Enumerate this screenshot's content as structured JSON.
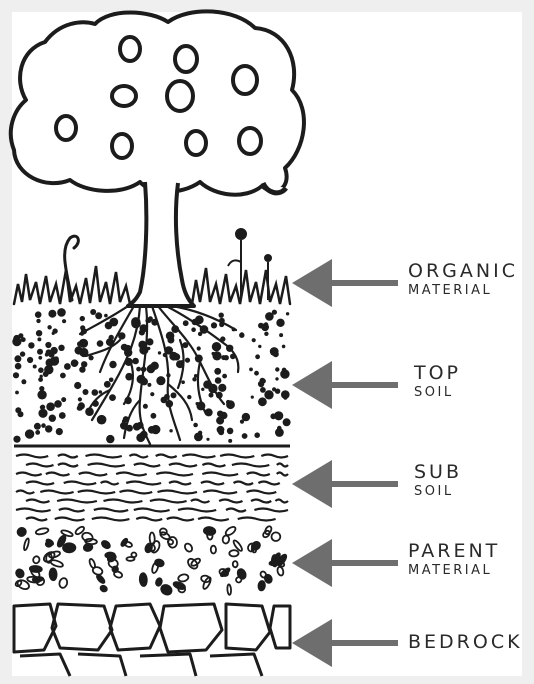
{
  "diagram": {
    "layers": [
      {
        "key": "organic",
        "line1": "ORGANIC",
        "line2": "MATERIAL"
      },
      {
        "key": "topsoil",
        "line1": "TOP",
        "line2": "SOIL"
      },
      {
        "key": "subsoil",
        "line1": "SUB",
        "line2": "SOIL"
      },
      {
        "key": "parent",
        "line1": "PARENT",
        "line2": "MATERIAL"
      },
      {
        "key": "bedrock",
        "line1": "BEDROCK",
        "line2": ""
      }
    ],
    "colors": {
      "ink": "#1c1c1c",
      "arrow": "#6e6e6e",
      "paper": "#ffffff",
      "frame": "#efefef"
    }
  }
}
